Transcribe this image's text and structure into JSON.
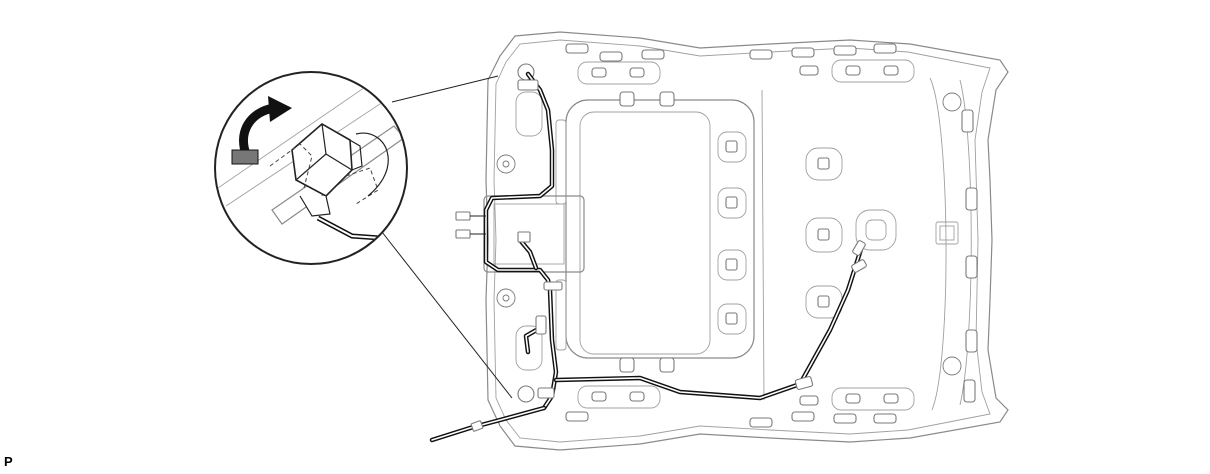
{
  "diagram": {
    "reference_label": "P",
    "subject": "roof-headliner-wire-harness",
    "icons": [
      "headliner-panel",
      "sunroof-opening",
      "roof-wire-harness",
      "connector-detail-callout",
      "disconnect-arrow-icon"
    ],
    "colors": {
      "line": "#8a8a8a",
      "harness": "#111111",
      "background": "#ffffff"
    }
  }
}
